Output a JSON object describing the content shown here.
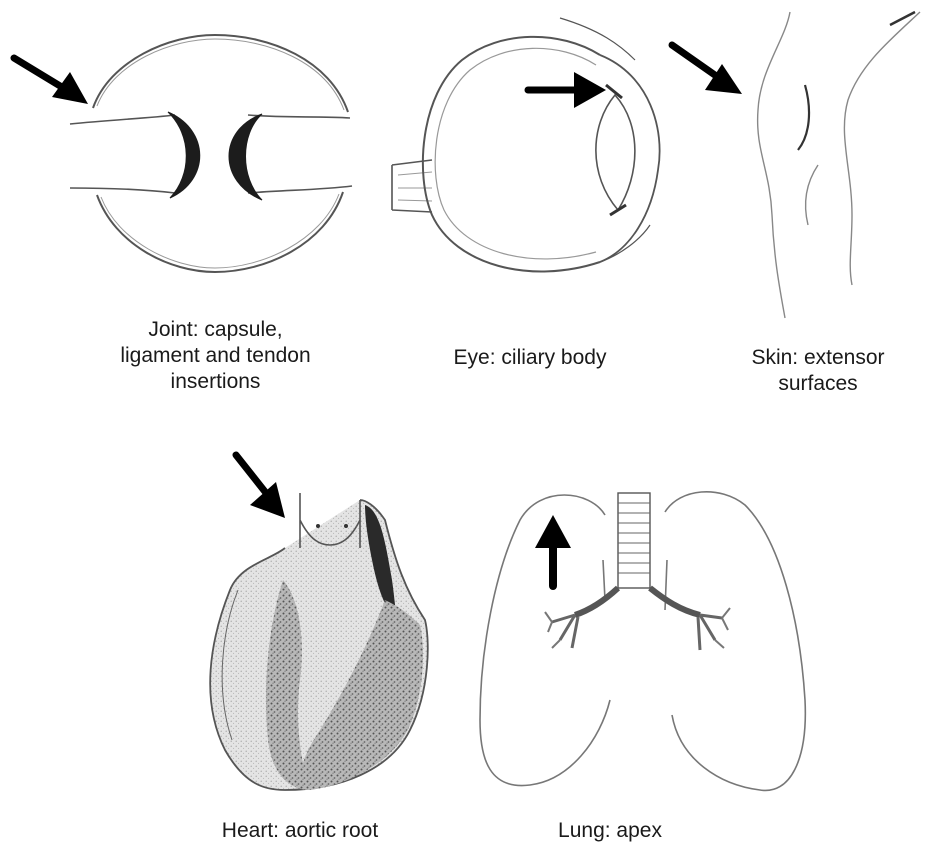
{
  "panels": {
    "joint": {
      "caption_lines": [
        "Joint: capsule,",
        "ligament and tendon",
        "insertions"
      ]
    },
    "eye": {
      "caption": "Eye: ciliary body"
    },
    "skin": {
      "caption_lines": [
        "Skin: extensor",
        "surfaces"
      ]
    },
    "heart": {
      "caption": "Heart: aortic root"
    },
    "lung": {
      "caption": "Lung: apex"
    }
  },
  "colors": {
    "ink": "#1a1a1a",
    "outline": "#555555",
    "shading": "#8a8a8a",
    "background": "#ffffff"
  },
  "icons": [
    "arrow-icon",
    "joint-icon",
    "eye-icon",
    "skin-icon",
    "heart-icon",
    "lung-icon"
  ]
}
